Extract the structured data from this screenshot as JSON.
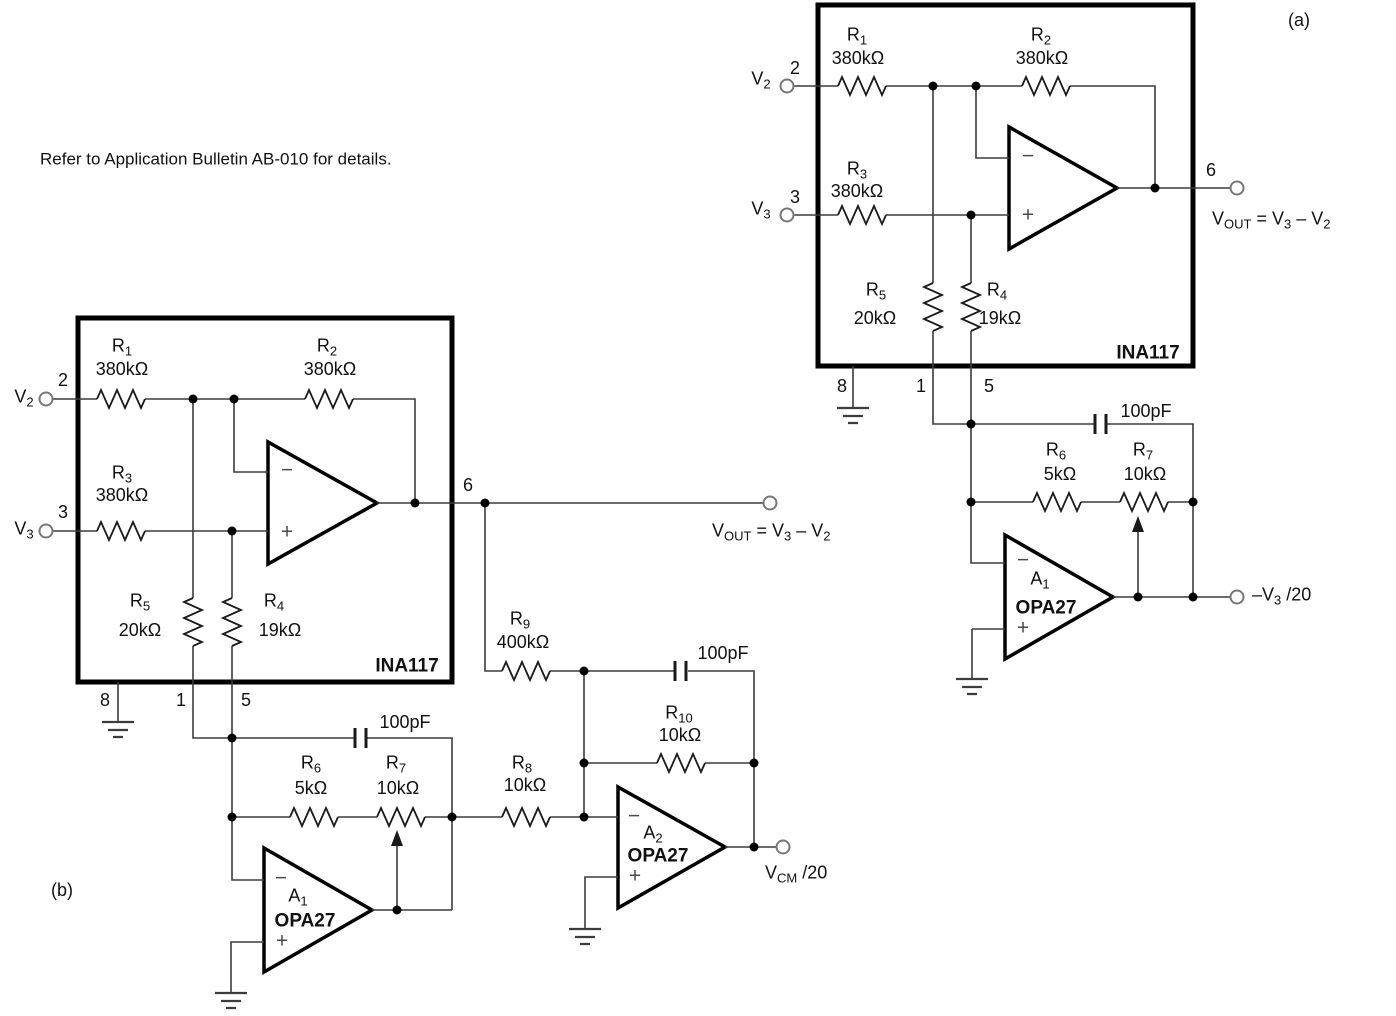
{
  "note": "Refer to Application Bulletin AB-010 for details.",
  "colors": {
    "wire": "#3c3c3c",
    "component": "#1a1a1a",
    "text": "#111111",
    "background": "#ffffff"
  },
  "figure": {
    "a": {
      "tag": "(a)",
      "chip": "INA117",
      "pins": {
        "p1": "1",
        "p2": "2",
        "p3": "3",
        "p5": "5",
        "p6": "6",
        "p8": "8"
      },
      "nets": {
        "v2": [
          {
            "t": "V"
          },
          {
            "t": "2",
            "s": 1
          }
        ],
        "v3": [
          {
            "t": "V"
          },
          {
            "t": "3",
            "s": 1
          }
        ],
        "vout": [
          {
            "t": "V"
          },
          {
            "t": "OUT",
            "s": 1
          },
          {
            "t": " = V"
          },
          {
            "t": "3",
            "s": 1
          },
          {
            "t": " – V"
          },
          {
            "t": "2",
            "s": 1
          }
        ],
        "ext_out": [
          {
            "t": "–V"
          },
          {
            "t": "3",
            "s": 1
          },
          {
            "t": " /20"
          }
        ]
      },
      "r1": {
        "ref": [
          {
            "t": "R"
          },
          {
            "t": "1",
            "s": 1
          }
        ],
        "val": "380kΩ"
      },
      "r2": {
        "ref": [
          {
            "t": "R"
          },
          {
            "t": "2",
            "s": 1
          }
        ],
        "val": "380kΩ"
      },
      "r3": {
        "ref": [
          {
            "t": "R"
          },
          {
            "t": "3",
            "s": 1
          }
        ],
        "val": "380kΩ"
      },
      "r4": {
        "ref": [
          {
            "t": "R"
          },
          {
            "t": "4",
            "s": 1
          }
        ],
        "val": "19kΩ"
      },
      "r5": {
        "ref": [
          {
            "t": "R"
          },
          {
            "t": "5",
            "s": 1
          }
        ],
        "val": "20kΩ"
      },
      "r6": {
        "ref": [
          {
            "t": "R"
          },
          {
            "t": "6",
            "s": 1
          }
        ],
        "val": "5kΩ"
      },
      "r7": {
        "ref": [
          {
            "t": "R"
          },
          {
            "t": "7",
            "s": 1
          }
        ],
        "val": "10kΩ"
      },
      "cap": "100pF",
      "amp_minus": "−",
      "amp_plus": "+",
      "a1": {
        "ref": [
          {
            "t": "A"
          },
          {
            "t": "1",
            "s": 1
          }
        ],
        "part": "OPA27",
        "minus": "−",
        "plus": "+"
      }
    },
    "b": {
      "tag": "(b)",
      "chip": "INA117",
      "pins": {
        "p1": "1",
        "p2": "2",
        "p3": "3",
        "p5": "5",
        "p6": "6",
        "p8": "8"
      },
      "nets": {
        "v2": [
          {
            "t": "V"
          },
          {
            "t": "2",
            "s": 1
          }
        ],
        "v3": [
          {
            "t": "V"
          },
          {
            "t": "3",
            "s": 1
          }
        ],
        "vout": [
          {
            "t": "V"
          },
          {
            "t": "OUT",
            "s": 1
          },
          {
            "t": " = V"
          },
          {
            "t": "3",
            "s": 1
          },
          {
            "t": " – V"
          },
          {
            "t": "2",
            "s": 1
          }
        ],
        "cm_out": [
          {
            "t": "V"
          },
          {
            "t": "CM",
            "s": 1
          },
          {
            "t": " /20"
          }
        ]
      },
      "r1": {
        "ref": [
          {
            "t": "R"
          },
          {
            "t": "1",
            "s": 1
          }
        ],
        "val": "380kΩ"
      },
      "r2": {
        "ref": [
          {
            "t": "R"
          },
          {
            "t": "2",
            "s": 1
          }
        ],
        "val": "380kΩ"
      },
      "r3": {
        "ref": [
          {
            "t": "R"
          },
          {
            "t": "3",
            "s": 1
          }
        ],
        "val": "380kΩ"
      },
      "r4": {
        "ref": [
          {
            "t": "R"
          },
          {
            "t": "4",
            "s": 1
          }
        ],
        "val": "19kΩ"
      },
      "r5": {
        "ref": [
          {
            "t": "R"
          },
          {
            "t": "5",
            "s": 1
          }
        ],
        "val": "20kΩ"
      },
      "r6": {
        "ref": [
          {
            "t": "R"
          },
          {
            "t": "6",
            "s": 1
          }
        ],
        "val": "5kΩ"
      },
      "r7": {
        "ref": [
          {
            "t": "R"
          },
          {
            "t": "7",
            "s": 1
          }
        ],
        "val": "10kΩ"
      },
      "r8": {
        "ref": [
          {
            "t": "R"
          },
          {
            "t": "8",
            "s": 1
          }
        ],
        "val": "10kΩ"
      },
      "r9": {
        "ref": [
          {
            "t": "R"
          },
          {
            "t": "9",
            "s": 1
          }
        ],
        "val": "400kΩ"
      },
      "r10": {
        "ref": [
          {
            "t": "R"
          },
          {
            "t": "10",
            "s": 1
          }
        ],
        "val": "10kΩ"
      },
      "cap": "100pF",
      "cap2": "100pF",
      "amp_minus": "−",
      "amp_plus": "+",
      "a1": {
        "ref": [
          {
            "t": "A"
          },
          {
            "t": "1",
            "s": 1
          }
        ],
        "part": "OPA27",
        "minus": "−",
        "plus": "+"
      },
      "a2": {
        "ref": [
          {
            "t": "A"
          },
          {
            "t": "2",
            "s": 1
          }
        ],
        "part": "OPA27",
        "minus": "−",
        "plus": "+"
      }
    }
  }
}
